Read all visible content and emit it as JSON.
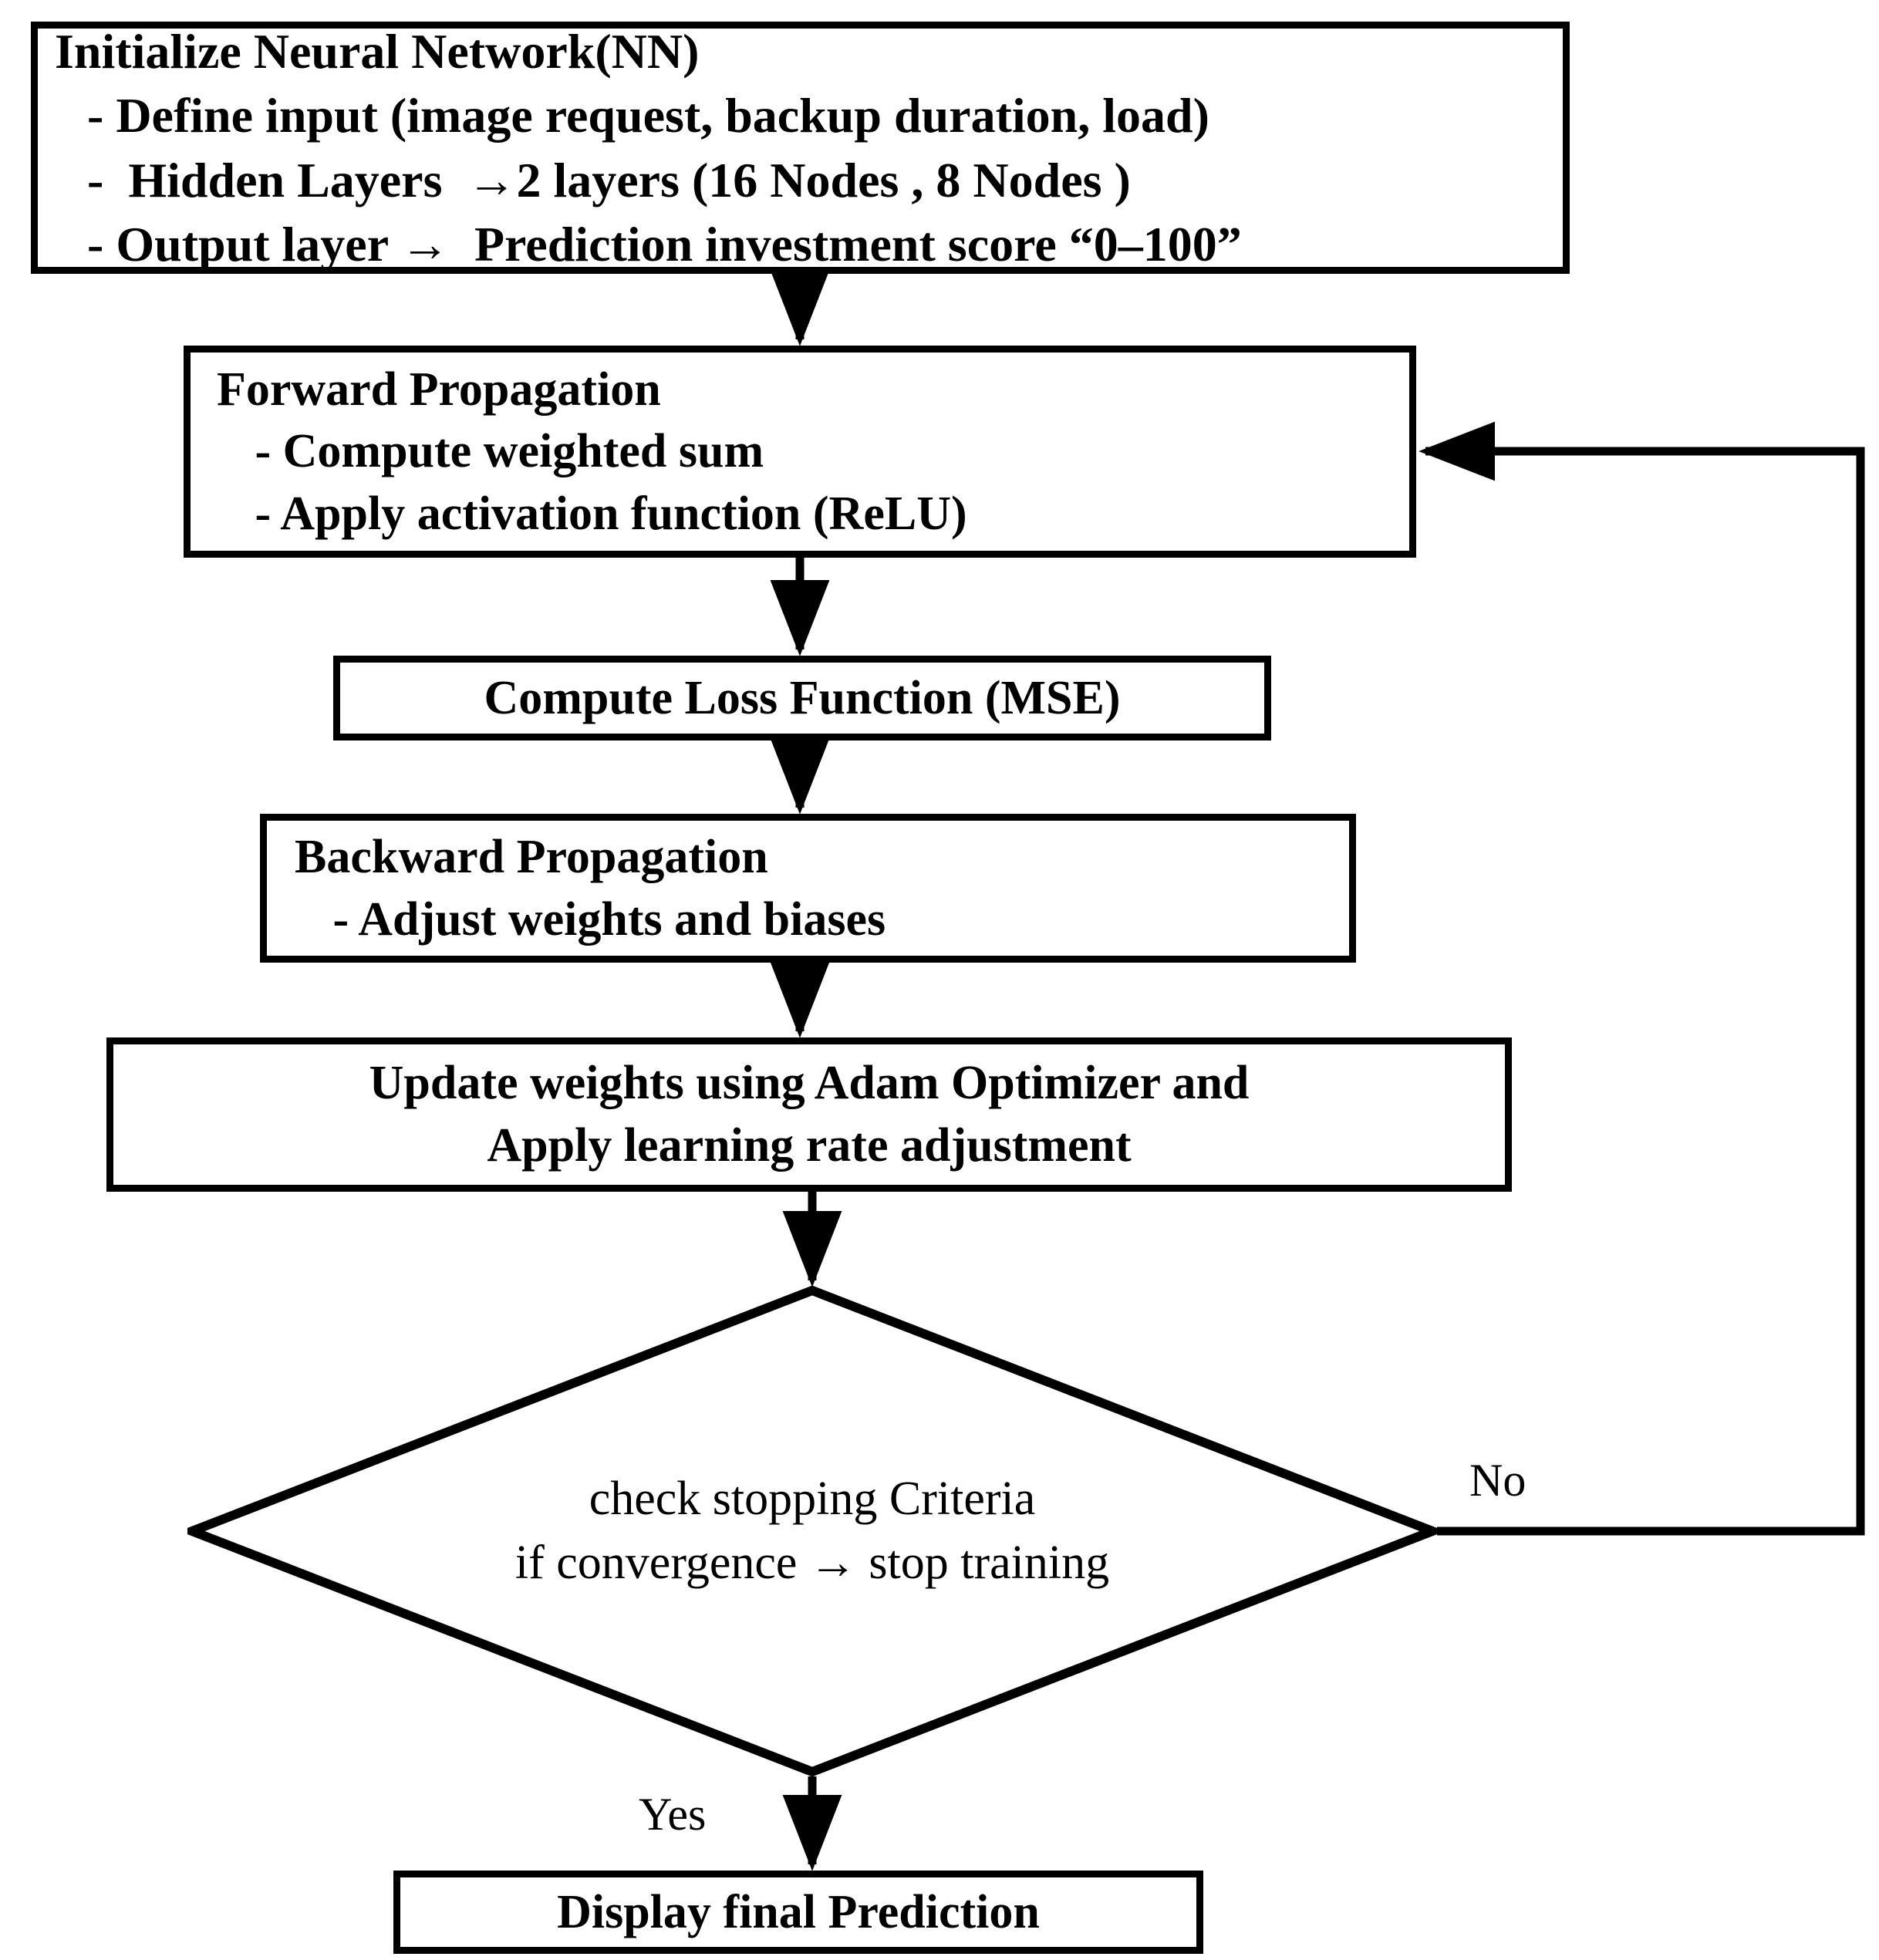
{
  "diagram": {
    "title": "Neural Network Training Flowchart",
    "stroke_color": "#000000",
    "fill_color": "#ffffff"
  },
  "nodes": {
    "init": {
      "shape": "rectangle",
      "lines": [
        "Initialize Neural Network(NN)",
        " - Define input (image request, backup duration, load)",
        " -  Hidden Layers  →2 layers (16 Nodes , 8 Nodes )",
        " - Output layer →  Prediction investment score “0–100”"
      ]
    },
    "forward": {
      "shape": "rectangle",
      "lines": [
        "Forward Propagation",
        " - Compute weighted sum",
        " - Apply activation function (ReLU)"
      ]
    },
    "loss": {
      "shape": "rectangle",
      "lines": [
        "Compute Loss Function (MSE)"
      ]
    },
    "backward": {
      "shape": "rectangle",
      "lines": [
        "Backward Propagation",
        " - Adjust weights and biases"
      ]
    },
    "update": {
      "shape": "rectangle",
      "lines": [
        "Update weights using Adam Optimizer and",
        "Apply learning rate adjustment"
      ]
    },
    "decision": {
      "shape": "diamond",
      "lines": [
        "check stopping Criteria",
        "if convergence → stop training"
      ]
    },
    "display": {
      "shape": "rectangle",
      "lines": [
        "Display final Prediction"
      ]
    }
  },
  "edges": {
    "no_label": "No",
    "yes_label": "Yes"
  }
}
